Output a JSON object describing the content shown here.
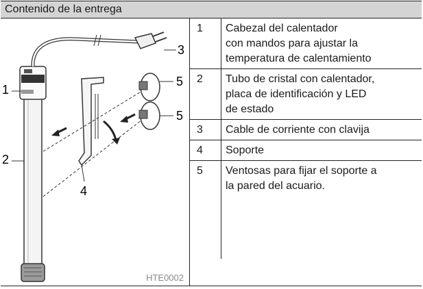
{
  "section_title": "Contenido de la entrega",
  "figure": {
    "code": "HTE0002",
    "callouts": [
      "1",
      "2",
      "3",
      "4",
      "5",
      "5"
    ]
  },
  "items": [
    {
      "num": "1",
      "lines": [
        "Cabezal del calentador",
        "con mandos para ajustar la",
        "temperatura de calentamiento"
      ]
    },
    {
      "num": "2",
      "lines": [
        "Tubo de cristal con calentador,",
        "placa de identificación y LED",
        "de estado"
      ]
    },
    {
      "num": "3",
      "lines": [
        "Cable de corriente con clavija"
      ]
    },
    {
      "num": "4",
      "lines": [
        "Soporte"
      ]
    },
    {
      "num": "5",
      "lines": [
        "Ventosas para fijar el soporte a",
        "la pared del acuario."
      ]
    }
  ]
}
